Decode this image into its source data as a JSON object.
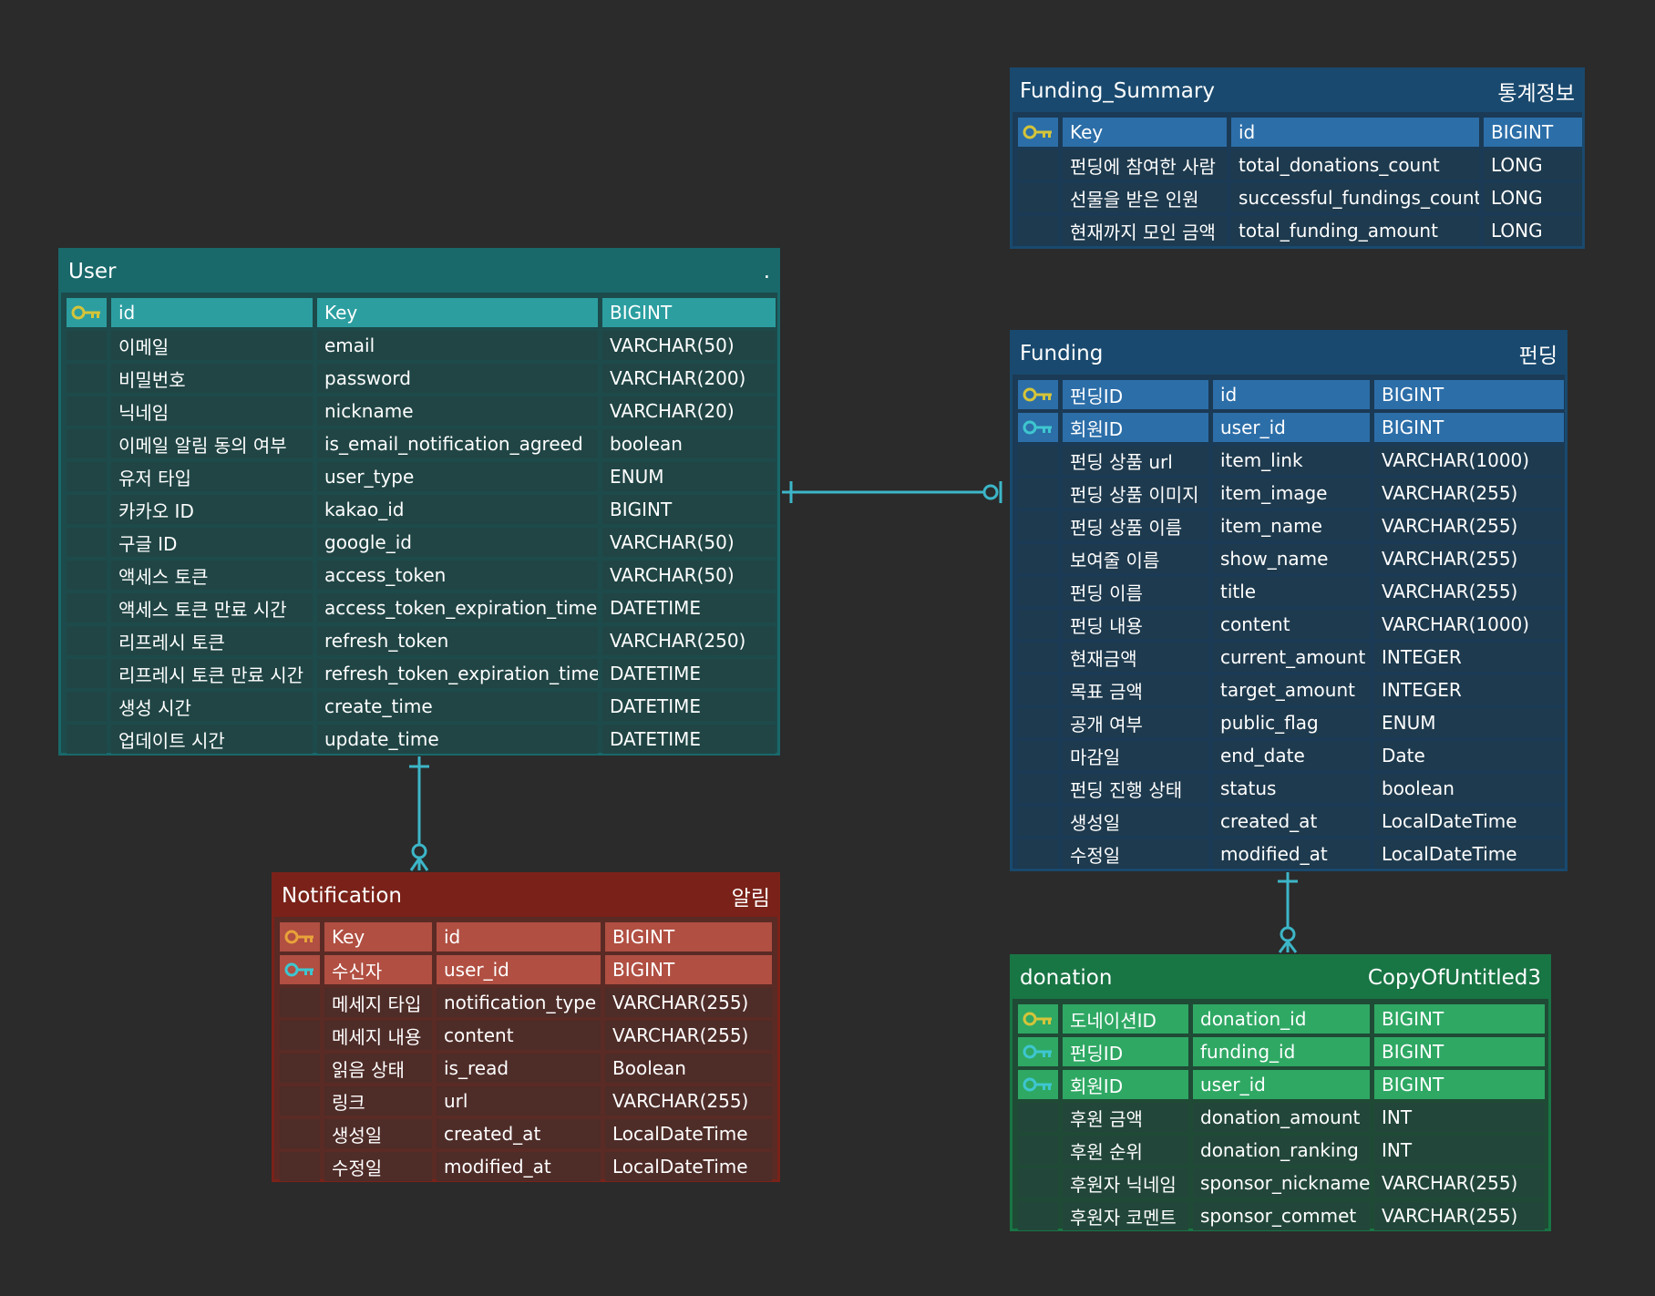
{
  "colors": {
    "background": "#2b2b2b",
    "link_line": "#3cb6c8",
    "pk_icon": "#d4c43a",
    "fk_icon": "#3ec6cf",
    "notification_pk_icon": "#e8a23a"
  },
  "icons": {
    "primary_key": "key-icon",
    "foreign_key": "key-icon"
  },
  "entities": {
    "user": {
      "title": "User",
      "subtitle": ".",
      "rows": [
        {
          "key": "pk",
          "c1": "id",
          "c2": "Key",
          "c3": "BIGINT"
        },
        {
          "key": "",
          "c1": "이메일",
          "c2": "email",
          "c3": "VARCHAR(50)"
        },
        {
          "key": "",
          "c1": "비밀번호",
          "c2": "password",
          "c3": "VARCHAR(200)"
        },
        {
          "key": "",
          "c1": "닉네임",
          "c2": "nickname",
          "c3": "VARCHAR(20)"
        },
        {
          "key": "",
          "c1": "이메일 알림 동의 여부",
          "c2": "is_email_notification_agreed",
          "c3": "boolean"
        },
        {
          "key": "",
          "c1": "유저 타입",
          "c2": "user_type",
          "c3": "ENUM"
        },
        {
          "key": "",
          "c1": "카카오 ID",
          "c2": "kakao_id",
          "c3": "BIGINT"
        },
        {
          "key": "",
          "c1": "구글 ID",
          "c2": "google_id",
          "c3": "VARCHAR(50)"
        },
        {
          "key": "",
          "c1": "액세스 토큰",
          "c2": "access_token",
          "c3": "VARCHAR(50)"
        },
        {
          "key": "",
          "c1": "액세스 토큰 만료 시간",
          "c2": "access_token_expiration_time",
          "c3": "DATETIME"
        },
        {
          "key": "",
          "c1": "리프레시 토큰",
          "c2": "refresh_token",
          "c3": "VARCHAR(250)"
        },
        {
          "key": "",
          "c1": "리프레시 토큰 만료 시간",
          "c2": "refresh_token_expiration_time",
          "c3": "DATETIME"
        },
        {
          "key": "",
          "c1": "생성 시간",
          "c2": "create_time",
          "c3": "DATETIME"
        },
        {
          "key": "",
          "c1": "업데이트 시간",
          "c2": "update_time",
          "c3": "DATETIME"
        }
      ]
    },
    "funding_summary": {
      "title": "Funding_Summary",
      "subtitle": "통계정보",
      "rows": [
        {
          "key": "pk",
          "c1": "Key",
          "c2": "id",
          "c3": "BIGINT"
        },
        {
          "key": "",
          "c1": "펀딩에 참여한 사람",
          "c2": "total_donations_count",
          "c3": "LONG"
        },
        {
          "key": "",
          "c1": "선물을 받은 인원",
          "c2": "successful_fundings_count",
          "c3": "LONG"
        },
        {
          "key": "",
          "c1": "현재까지 모인 금액",
          "c2": "total_funding_amount",
          "c3": "LONG"
        }
      ]
    },
    "funding": {
      "title": "Funding",
      "subtitle": "펀딩",
      "rows": [
        {
          "key": "pk",
          "c1": "펀딩ID",
          "c2": "id",
          "c3": "BIGINT"
        },
        {
          "key": "fk",
          "c1": "회원ID",
          "c2": "user_id",
          "c3": "BIGINT"
        },
        {
          "key": "",
          "c1": "펀딩 상품 url",
          "c2": "item_link",
          "c3": "VARCHAR(1000)"
        },
        {
          "key": "",
          "c1": "펀딩 상품 이미지",
          "c2": "item_image",
          "c3": "VARCHAR(255)"
        },
        {
          "key": "",
          "c1": "펀딩 상품 이름",
          "c2": "item_name",
          "c3": "VARCHAR(255)"
        },
        {
          "key": "",
          "c1": "보여줄 이름",
          "c2": "show_name",
          "c3": "VARCHAR(255)"
        },
        {
          "key": "",
          "c1": "펀딩 이름",
          "c2": "title",
          "c3": "VARCHAR(255)"
        },
        {
          "key": "",
          "c1": "펀딩 내용",
          "c2": "content",
          "c3": "VARCHAR(1000)"
        },
        {
          "key": "",
          "c1": "현재금액",
          "c2": "current_amount",
          "c3": "INTEGER"
        },
        {
          "key": "",
          "c1": "목표 금액",
          "c2": "target_amount",
          "c3": "INTEGER"
        },
        {
          "key": "",
          "c1": "공개 여부",
          "c2": "public_flag",
          "c3": "ENUM"
        },
        {
          "key": "",
          "c1": "마감일",
          "c2": "end_date",
          "c3": "Date"
        },
        {
          "key": "",
          "c1": "펀딩 진행 상태",
          "c2": "status",
          "c3": "boolean"
        },
        {
          "key": "",
          "c1": "생성일",
          "c2": "created_at",
          "c3": "LocalDateTime"
        },
        {
          "key": "",
          "c1": "수정일",
          "c2": "modified_at",
          "c3": "LocalDateTime"
        }
      ]
    },
    "notification": {
      "title": "Notification",
      "subtitle": "알림",
      "rows": [
        {
          "key": "pk",
          "c1": "Key",
          "c2": "id",
          "c3": "BIGINT"
        },
        {
          "key": "fk",
          "c1": "수신자",
          "c2": "user_id",
          "c3": "BIGINT"
        },
        {
          "key": "",
          "c1": "메세지 타입",
          "c2": "notification_type",
          "c3": "VARCHAR(255)"
        },
        {
          "key": "",
          "c1": "메세지 내용",
          "c2": "content",
          "c3": "VARCHAR(255)"
        },
        {
          "key": "",
          "c1": "읽음 상태",
          "c2": "is_read",
          "c3": "Boolean"
        },
        {
          "key": "",
          "c1": "링크",
          "c2": "url",
          "c3": "VARCHAR(255)"
        },
        {
          "key": "",
          "c1": "생성일",
          "c2": "created_at",
          "c3": "LocalDateTime"
        },
        {
          "key": "",
          "c1": "수정일",
          "c2": "modified_at",
          "c3": "LocalDateTime"
        }
      ]
    },
    "donation": {
      "title": "donation",
      "subtitle": "CopyOfUntitled3",
      "rows": [
        {
          "key": "pk",
          "c1": "도네이션ID",
          "c2": "donation_id",
          "c3": "BIGINT"
        },
        {
          "key": "fk",
          "c1": "펀딩ID",
          "c2": "funding_id",
          "c3": "BIGINT"
        },
        {
          "key": "fk",
          "c1": "회원ID",
          "c2": "user_id",
          "c3": "BIGINT"
        },
        {
          "key": "",
          "c1": "후원 금액",
          "c2": "donation_amount",
          "c3": "INT"
        },
        {
          "key": "",
          "c1": "후원 순위",
          "c2": "donation_ranking",
          "c3": "INT"
        },
        {
          "key": "",
          "c1": "후원자 닉네임",
          "c2": "sponsor_nickname",
          "c3": "VARCHAR(255)"
        },
        {
          "key": "",
          "c1": "후원자 코멘트",
          "c2": "sponsor_commet",
          "c3": "VARCHAR(255)"
        }
      ]
    }
  }
}
